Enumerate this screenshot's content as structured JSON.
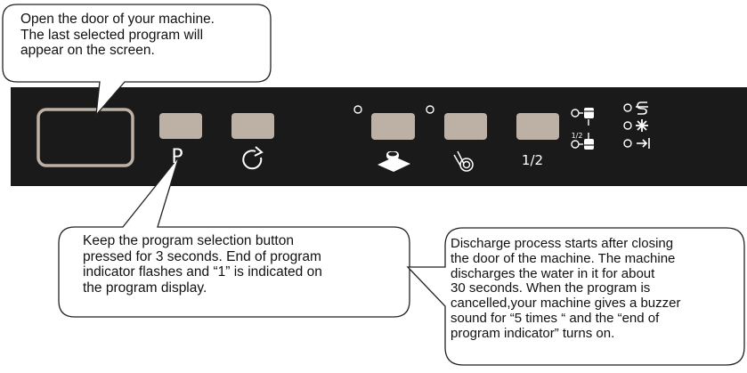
{
  "callouts": {
    "door_open": "Open the door of your machine.\nThe last selected program will\nappear on the screen.",
    "hold_program": "Keep the program selection button\npressed for 3 seconds. End of program\nindicator flashes and “1” is indicated  on\nthe  program display.",
    "discharge": "Discharge process starts after closing\nthe door of the machine. The machine\ndischarges the water in it  for about\n30 seconds. When the program is\ncancelled,your machine gives a buzzer\nsound for “5 times “ and the “end of\nprogram indicator” turns on."
  },
  "panel": {
    "program_button_label": "P",
    "half_load_label": "1/2",
    "half_load_indicator_label": "1/2",
    "icons": {
      "display": "program-display",
      "program": "program-letter",
      "start": "circular-arrow-icon",
      "tablet": "detergent-tablet-icon",
      "eco": "hand-touch-icon",
      "salt": "salt-indicator-icon",
      "rinse": "rinse-aid-star-icon",
      "end": "end-of-program-icon"
    },
    "colors": {
      "panel": "#1a1a1a",
      "button": "#bdb1a6",
      "display_border": "#bdb1a6",
      "outline": "#ffffff"
    }
  }
}
